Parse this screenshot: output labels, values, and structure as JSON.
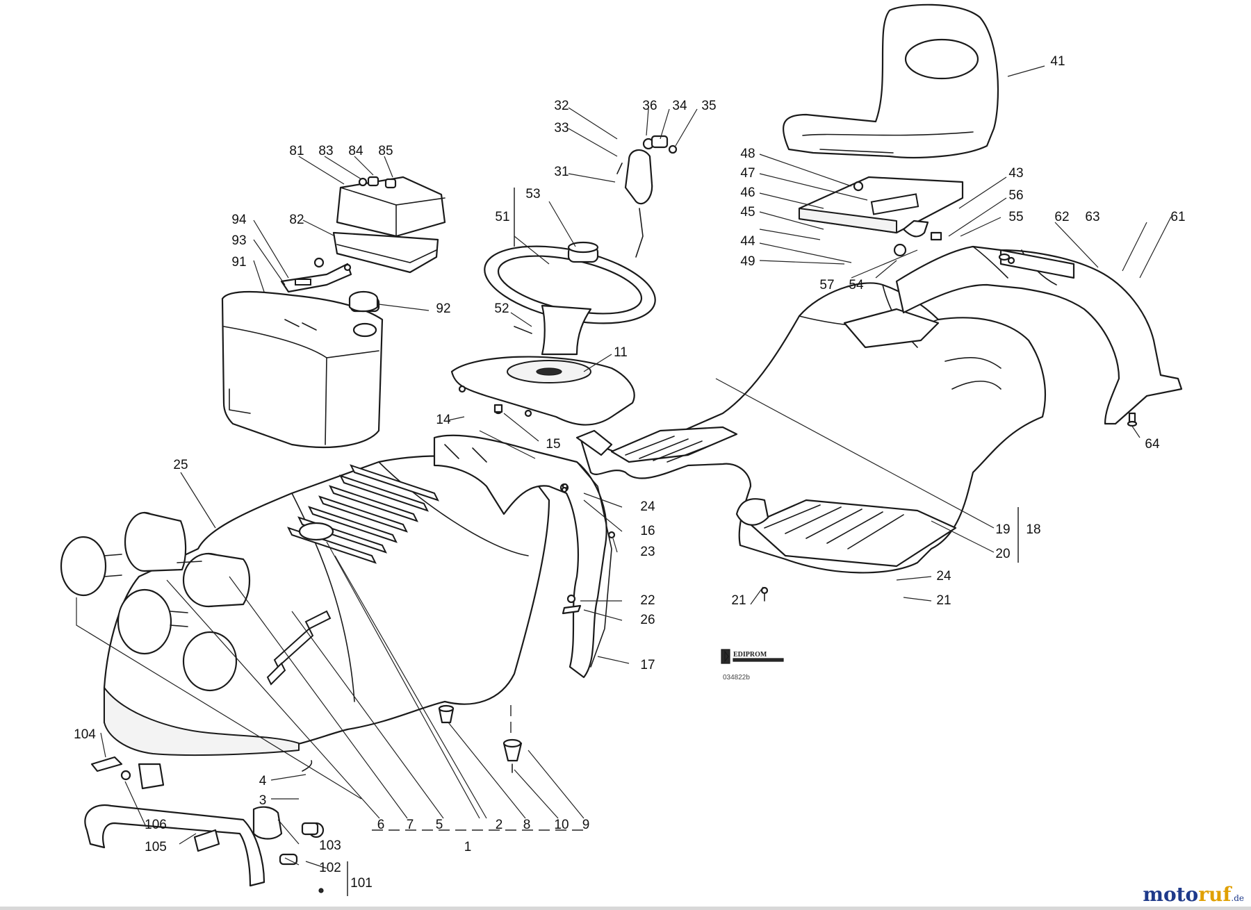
{
  "callouts": {
    "c1": "1",
    "c2": "2",
    "c3": "3",
    "c4": "4",
    "c5": "5",
    "c6": "6",
    "c7": "7",
    "c8": "8",
    "c9": "9",
    "c10": "10",
    "c11": "11",
    "c14": "14",
    "c15": "15",
    "c16": "16",
    "c17": "17",
    "c18": "18",
    "c19": "19",
    "c20": "20",
    "c21a": "21",
    "c21b": "21",
    "c22": "22",
    "c23": "23",
    "c24a": "24",
    "c24b": "24",
    "c25": "25",
    "c26": "26",
    "c31": "31",
    "c32": "32",
    "c33": "33",
    "c34": "34",
    "c35": "35",
    "c36": "36",
    "c41": "41",
    "c43": "43",
    "c44": "44",
    "c45": "45",
    "c46": "46",
    "c47": "47",
    "c48": "48",
    "c49": "49",
    "c51": "51",
    "c52": "52",
    "c53": "53",
    "c54": "54",
    "c55": "55",
    "c56": "56",
    "c57": "57",
    "c61": "61",
    "c62": "62",
    "c63": "63",
    "c64": "64",
    "c81": "81",
    "c82": "82",
    "c83": "83",
    "c84": "84",
    "c85": "85",
    "c91": "91",
    "c92": "92",
    "c93": "93",
    "c94": "94",
    "c101": "101",
    "c102": "102",
    "c103": "103",
    "c104": "104",
    "c105": "105",
    "c106": "106"
  },
  "stamp": {
    "name": "EDIPROM",
    "code": "034822b"
  },
  "brand": {
    "name_part1": "moto",
    "name_part2": "ruf",
    "suffix": ".de"
  },
  "colors": {
    "brand_blue": "#1f3a8a",
    "brand_yellow": "#e0a000",
    "line": "#1a1a1a"
  }
}
